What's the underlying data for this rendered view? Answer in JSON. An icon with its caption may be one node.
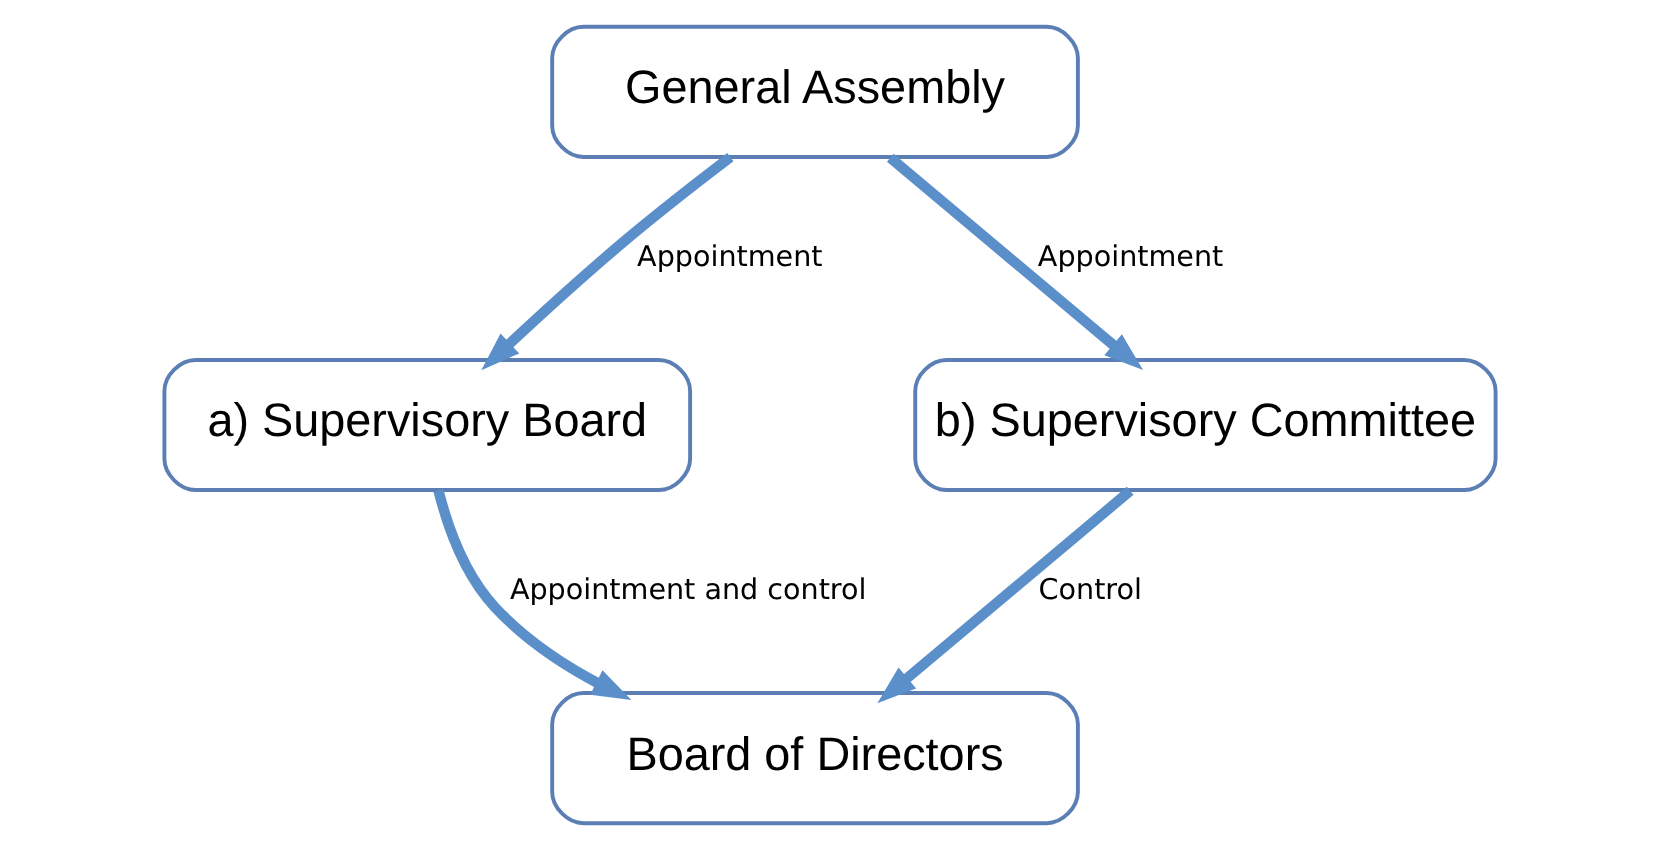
{
  "diagram": {
    "nodes": [
      {
        "text": [
          "General Assembly"
        ]
      },
      {
        "text": [
          "a) Supervisory Board"
        ]
      },
      {
        "text": [
          "b) Supervisory Committee"
        ]
      },
      {
        "text": [
          "Board of Directors"
        ]
      }
    ],
    "edges": [
      {
        "from": 0,
        "to": 2,
        "arrow": "to",
        "label": "Appointment"
      },
      {
        "from": 0,
        "to": 1,
        "arrow": "to",
        "label": "Appointment"
      },
      {
        "from": 1,
        "to": 3,
        "arrow": "to",
        "label": "Appointment and control"
      },
      {
        "from": 2,
        "to": 3,
        "arrow": "to",
        "label": "Control"
      }
    ]
  }
}
